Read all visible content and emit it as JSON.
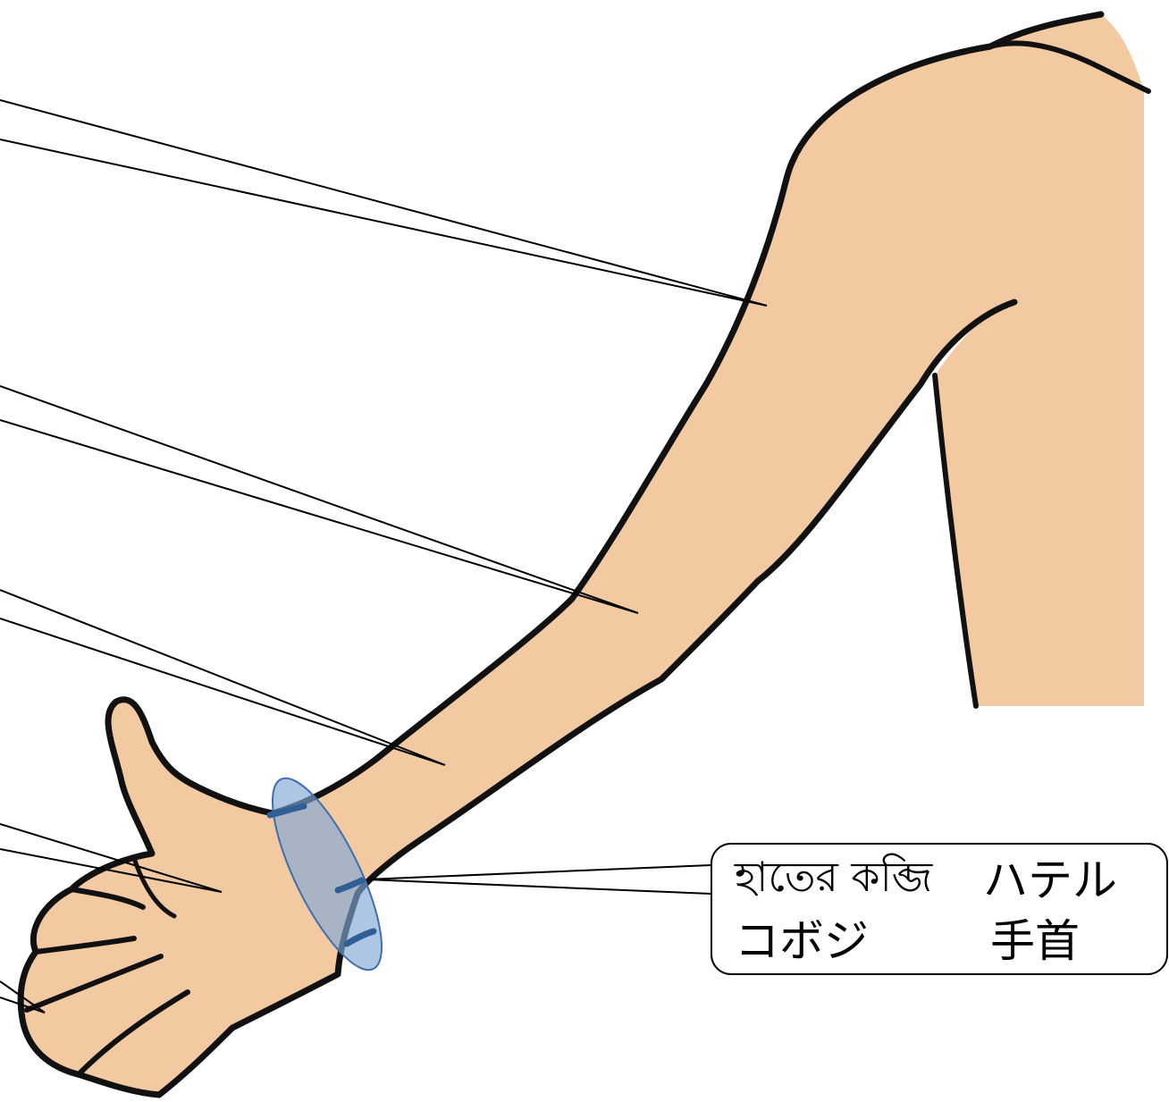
{
  "colors": {
    "skin": "#F2C9A0",
    "outline": "#111111",
    "highlight_fill": "#7FA7D6",
    "highlight_stroke": "#3F6FAE",
    "callout_border": "#000000"
  },
  "callout": {
    "bengali": "হাতের কব্জি",
    "japanese_line1": "ハテル",
    "japanese_line2": "コボジ",
    "kanji": "手首"
  }
}
